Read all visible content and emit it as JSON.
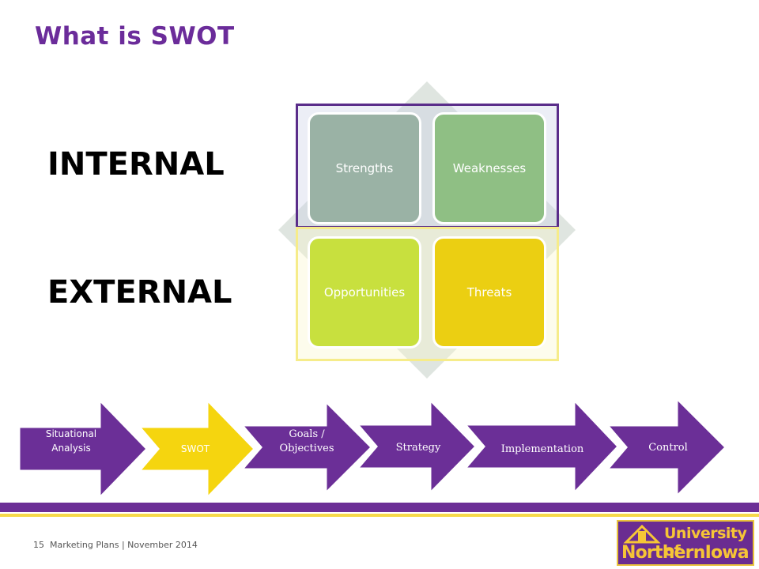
{
  "slide": {
    "title": "What is SWOT",
    "internal_label": "INTERNAL",
    "external_label": "EXTERNAL"
  },
  "swot": {
    "strengths": "Strengths",
    "weaknesses": "Weaknesses",
    "opportunities": "Opportunities",
    "threats": "Threats"
  },
  "process": {
    "steps": [
      {
        "label": "Situational Analysis",
        "color": "#6b2f97"
      },
      {
        "label": "SWOT",
        "color": "#f5d50f"
      },
      {
        "label": "Goals / Objectives",
        "color": "#6b2f97"
      },
      {
        "label": "Strategy",
        "color": "#6b2f97"
      },
      {
        "label": "Implementation",
        "color": "#6b2f97"
      },
      {
        "label": "Control",
        "color": "#6b2f97"
      }
    ]
  },
  "footer": {
    "page_number": "15",
    "text": "Marketing Plans | November 2014"
  },
  "logo": {
    "line1": "University of",
    "line2": "NorthernIowa"
  },
  "colors": {
    "brand_purple": "#6b2c9a",
    "brand_gold": "#f6d94a"
  }
}
